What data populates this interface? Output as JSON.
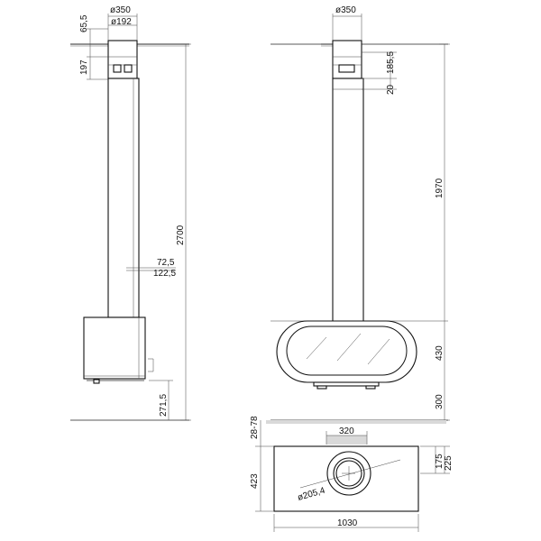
{
  "dimensions": {
    "side_view": {
      "top_offset": "65,5",
      "outer_diameter": "ø350",
      "flue_diameter": "ø192",
      "collar": "197",
      "total_height": "2700",
      "offset_a": "72,5",
      "offset_b": "122,5",
      "floor_clearance": "271,5"
    },
    "front_view": {
      "outer_diameter": "ø350",
      "collar": "185,5",
      "gap": "20",
      "column_height": "1970",
      "firebox_height": "430",
      "floor_clearance": "300"
    },
    "plan_view": {
      "range": "28-78",
      "width_top": "320",
      "depth_a": "175",
      "depth_b": "225",
      "depth_total": "423",
      "outlet_diameter": "ø205,4",
      "total_width": "1030"
    }
  }
}
